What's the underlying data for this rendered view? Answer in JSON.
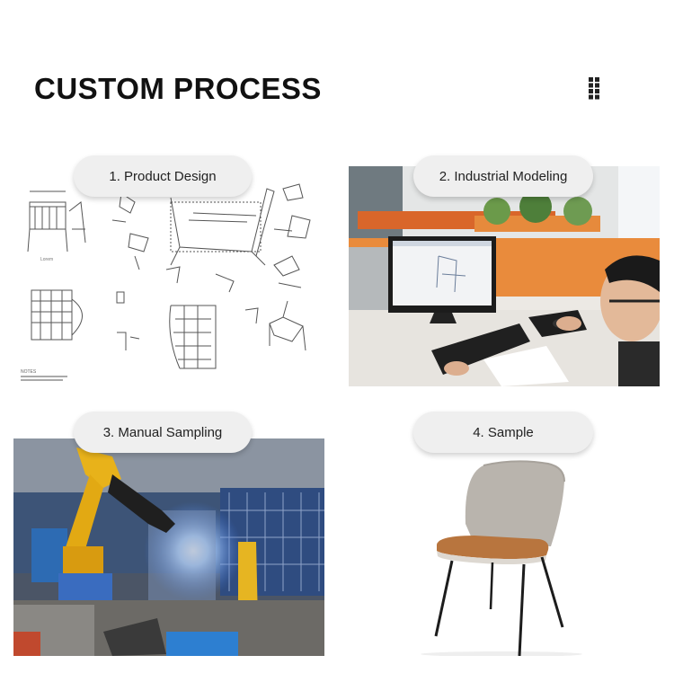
{
  "header": {
    "title": "CUSTOM PROCESS",
    "menu_icon": "grid-icon"
  },
  "steps": [
    {
      "label": "1. Product Design",
      "image": "technical-drawing-image"
    },
    {
      "label": "2. Industrial Modeling",
      "image": "office-modeling-photo"
    },
    {
      "label": "3. Manual Sampling",
      "image": "robotic-welding-photo"
    },
    {
      "label": "4. Sample",
      "image": "chair-product-photo"
    }
  ],
  "colors": {
    "title": "#111111",
    "pill_bg": "#efefef",
    "wall_orange": "#e07a2c",
    "robot_yellow": "#e8b21a",
    "seat_tan": "#b8753e",
    "fabric_grey": "#b9b4ad"
  }
}
